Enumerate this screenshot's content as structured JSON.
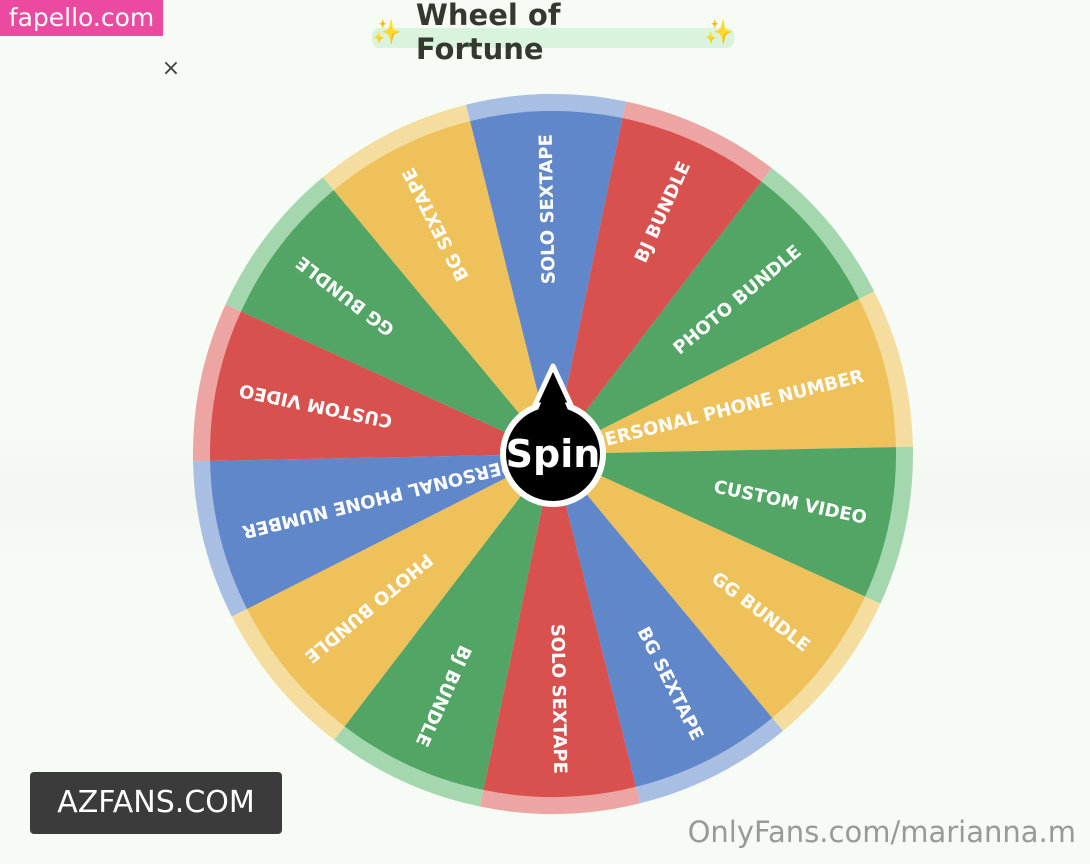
{
  "watermark_top": "fapello.com",
  "title": {
    "sparkle_left": "✨",
    "text": "Wheel of Fortune",
    "sparkle_right": "✨"
  },
  "close_icon": "×",
  "wheel": {
    "spin_label": "Spin",
    "slices": [
      {
        "label": "SOLO SEXTAPE",
        "color": "#5f87c9",
        "rim": "#a8bfe3"
      },
      {
        "label": "BJ BUNDLE",
        "color": "#d9514e",
        "rim": "#eca5a3"
      },
      {
        "label": "PHOTO BUNDLE",
        "color": "#52a565",
        "rim": "#a5d7af"
      },
      {
        "label": "PERSONAL PHONE NUMBER",
        "color": "#efc15a",
        "rim": "#f5dd9f"
      },
      {
        "label": "CUSTOM VIDEO",
        "color": "#52a565",
        "rim": "#a5d7af"
      },
      {
        "label": "GG BUNDLE",
        "color": "#efc15a",
        "rim": "#f5dd9f"
      },
      {
        "label": "BG SEXTAPE",
        "color": "#5f87c9",
        "rim": "#a8bfe3"
      },
      {
        "label": "SOLO SEXTAPE",
        "color": "#d9514e",
        "rim": "#eca5a3"
      },
      {
        "label": "BJ BUNDLE",
        "color": "#52a565",
        "rim": "#a5d7af"
      },
      {
        "label": "PHOTO BUNDLE",
        "color": "#efc15a",
        "rim": "#f5dd9f"
      },
      {
        "label": "PERSONAL PHONE NUMBER",
        "color": "#5f87c9",
        "rim": "#a8bfe3"
      },
      {
        "label": "CUSTOM VIDEO",
        "color": "#d9514e",
        "rim": "#eca5a3"
      },
      {
        "label": "GG BUNDLE",
        "color": "#52a565",
        "rim": "#a5d7af"
      },
      {
        "label": "BG SEXTAPE",
        "color": "#efc15a",
        "rim": "#f5dd9f"
      }
    ]
  },
  "watermark_left": "AZFANS.COM",
  "watermark_bottom": "OnlyFans.com/marianna.m"
}
